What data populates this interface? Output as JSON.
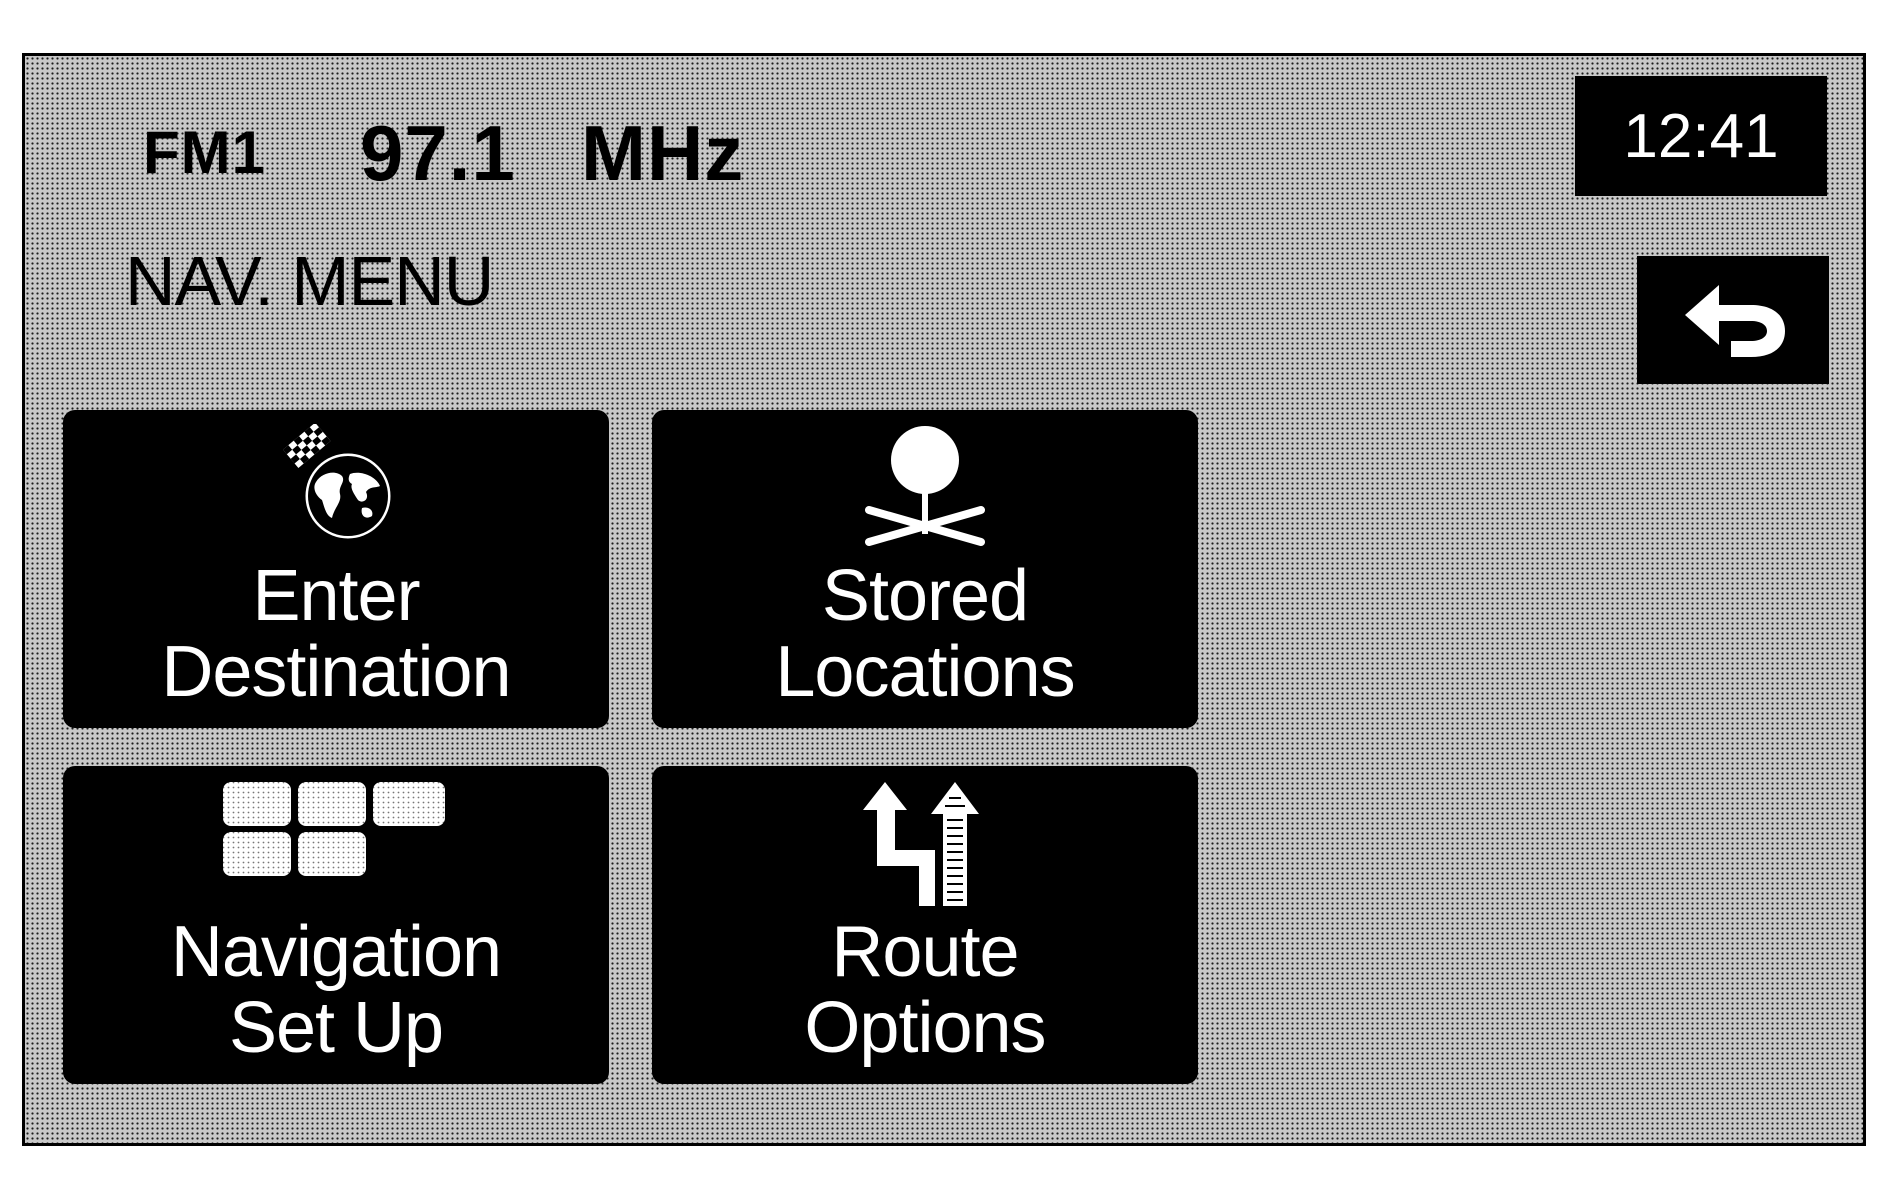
{
  "status": {
    "band": "FM1",
    "frequency": "97.1",
    "unit": "MHz",
    "clock": "12:41"
  },
  "title": "NAV. MENU",
  "back_icon": "back-arrow-icon",
  "menu": [
    {
      "line1": "Enter",
      "line2": "Destination",
      "icon": "globe-flag-icon"
    },
    {
      "line1": "Stored",
      "line2": "Locations",
      "icon": "location-pin-icon"
    },
    {
      "line1": "Navigation",
      "line2": "Set Up",
      "icon": "grid-keys-icon"
    },
    {
      "line1": "Route",
      "line2": "Options",
      "icon": "route-arrows-icon"
    }
  ],
  "colors": {
    "tile": "#000000",
    "tile_text": "#ffffff",
    "background": "#c8c8c8"
  }
}
